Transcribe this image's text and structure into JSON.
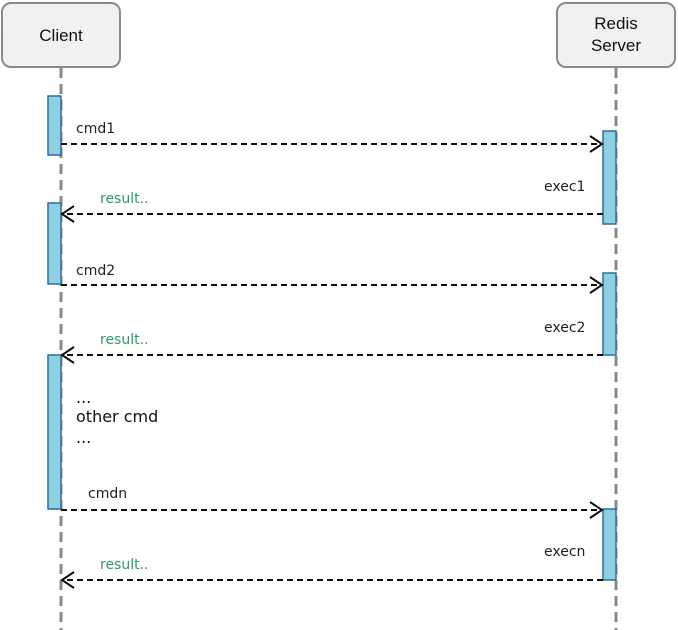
{
  "actors": {
    "client": "Client",
    "server_line1": "Redis",
    "server_line2": "Server"
  },
  "messages": {
    "cmd1": "cmd1",
    "exec1": "exec1",
    "result1": "result..",
    "cmd2": "cmd2",
    "exec2": "exec2",
    "result2": "result..",
    "other_dots_top": "...",
    "other_cmd": "other cmd",
    "other_dots_bottom": "...",
    "cmdn": "cmdn",
    "execn": "execn",
    "resultn": "result.."
  },
  "colors": {
    "activation_fill": "#8ecfe2",
    "result_text": "#2e9a66"
  }
}
